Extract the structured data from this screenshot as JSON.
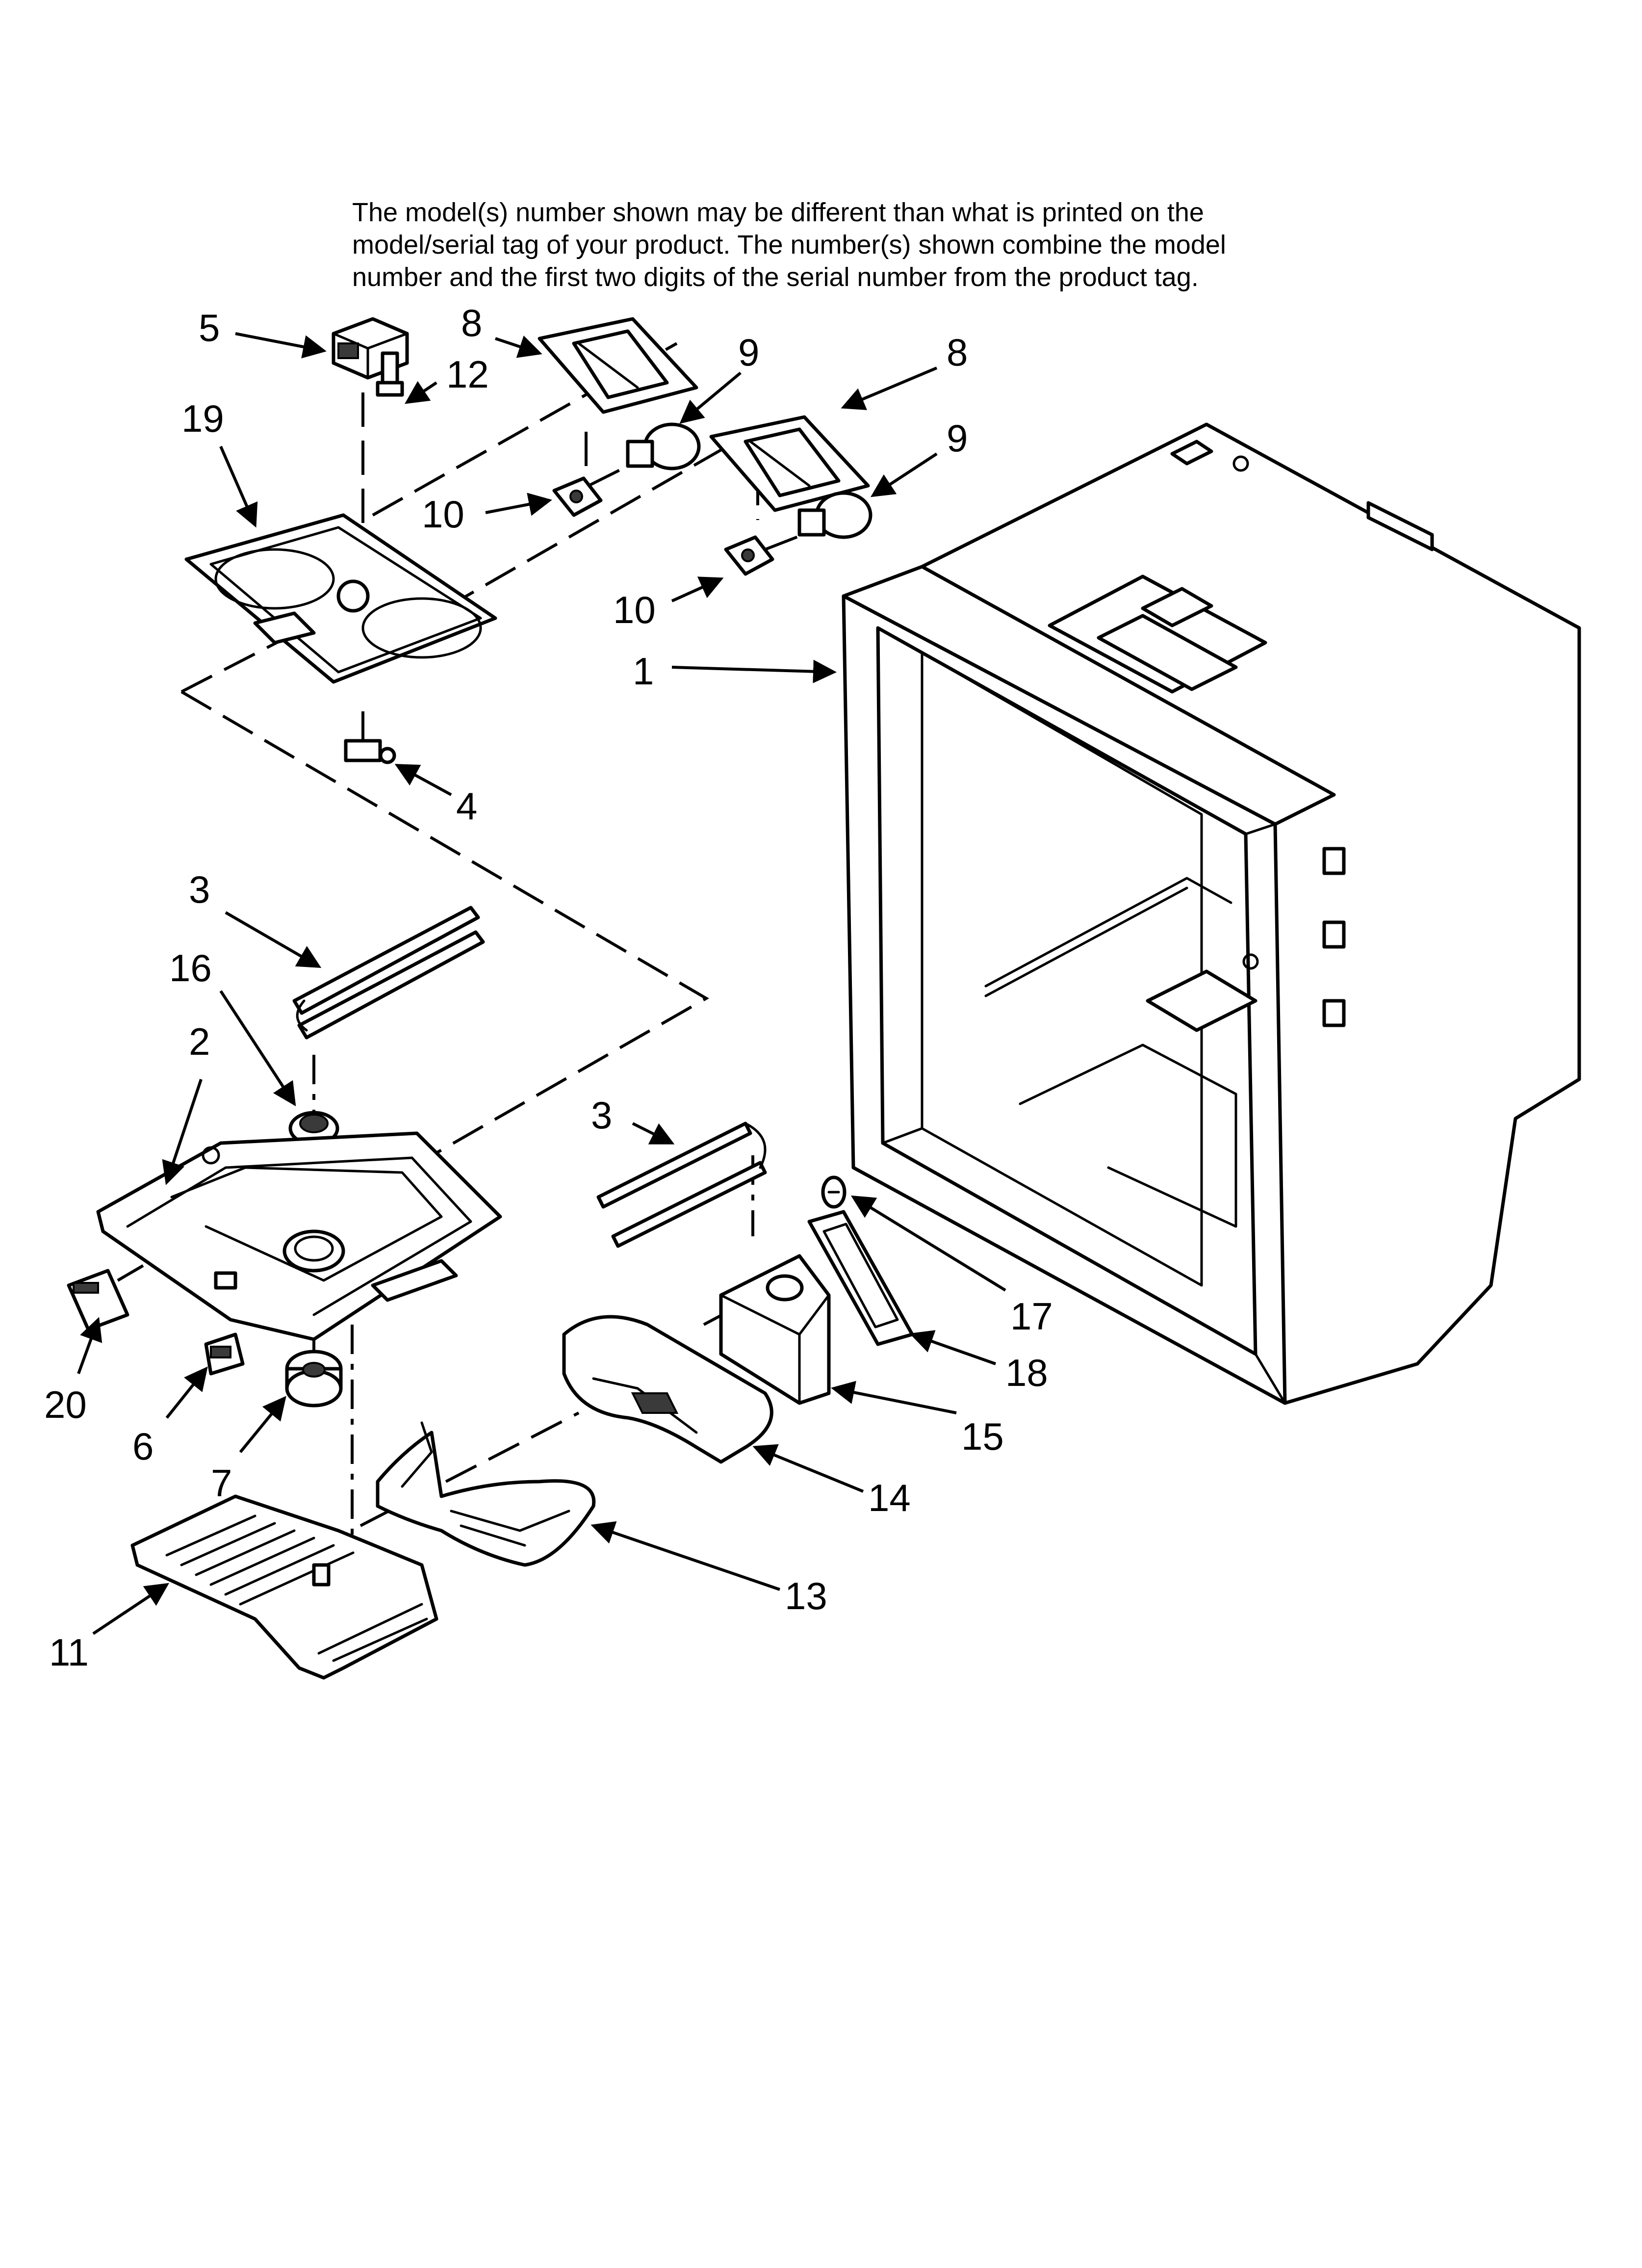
{
  "notice": {
    "lines": [
      "The model(s) number shown may be different than what is printed on the",
      "model/serial tag of your product. The number(s) shown combine the model",
      "number and the first two digits of the serial number from the product tag."
    ]
  },
  "callouts": [
    "5",
    "8",
    "12",
    "9",
    "8",
    "19",
    "9",
    "10",
    "10",
    "1",
    "4",
    "3",
    "16",
    "2",
    "3",
    "17",
    "18",
    "20",
    "6",
    "15",
    "7",
    "14",
    "13",
    "11"
  ],
  "colors": {
    "ink": "#000000",
    "paper": "#ffffff"
  }
}
